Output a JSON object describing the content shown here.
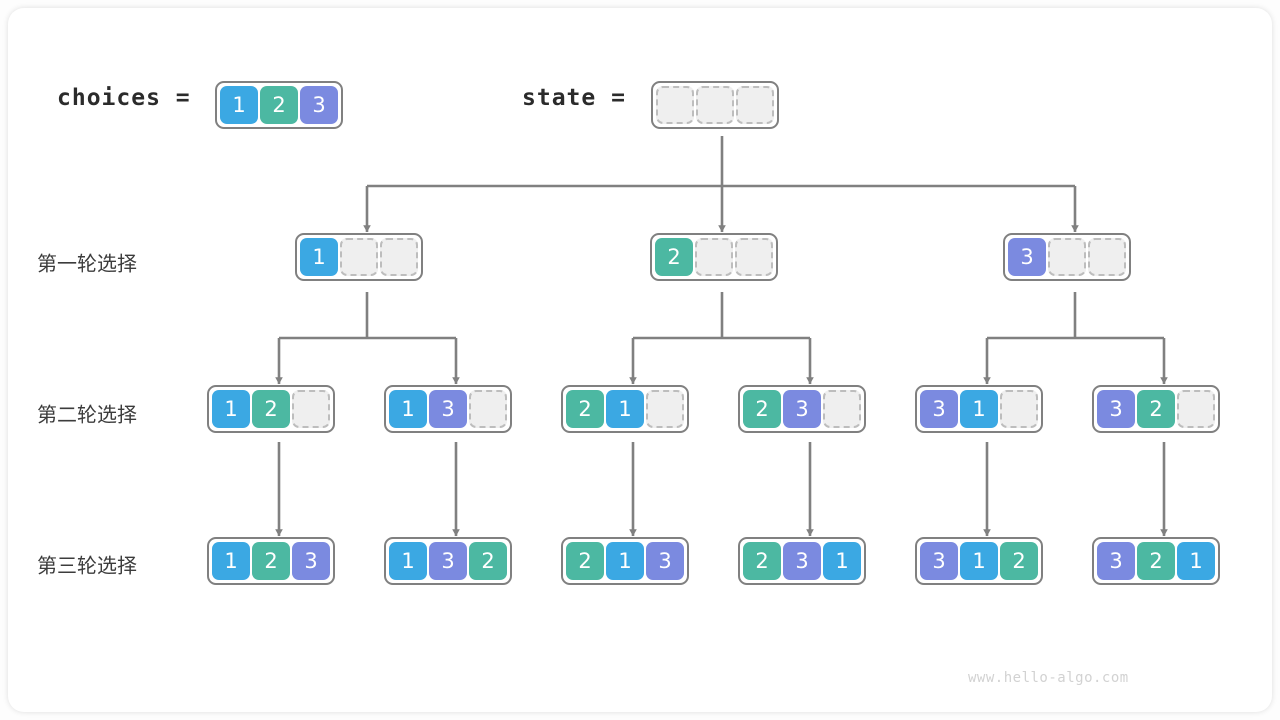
{
  "header": {
    "choices_label": "choices  =",
    "state_label": "state  =",
    "choices_values": [
      "1",
      "2",
      "3"
    ],
    "state_values": [
      "",
      "",
      ""
    ]
  },
  "rows": [
    {
      "label": "第一轮选择"
    },
    {
      "label": "第二轮选择"
    },
    {
      "label": "第三轮选择"
    }
  ],
  "level1": [
    {
      "cells": [
        "1",
        "",
        ""
      ]
    },
    {
      "cells": [
        "2",
        "",
        ""
      ]
    },
    {
      "cells": [
        "3",
        "",
        ""
      ]
    }
  ],
  "level2": [
    {
      "cells": [
        "1",
        "2",
        ""
      ]
    },
    {
      "cells": [
        "1",
        "3",
        ""
      ]
    },
    {
      "cells": [
        "2",
        "1",
        ""
      ]
    },
    {
      "cells": [
        "2",
        "3",
        ""
      ]
    },
    {
      "cells": [
        "3",
        "1",
        ""
      ]
    },
    {
      "cells": [
        "3",
        "2",
        ""
      ]
    }
  ],
  "level3": [
    {
      "cells": [
        "1",
        "2",
        "3"
      ]
    },
    {
      "cells": [
        "1",
        "3",
        "2"
      ]
    },
    {
      "cells": [
        "2",
        "1",
        "3"
      ]
    },
    {
      "cells": [
        "2",
        "3",
        "1"
      ]
    },
    {
      "cells": [
        "3",
        "1",
        "2"
      ]
    },
    {
      "cells": [
        "3",
        "2",
        "1"
      ]
    }
  ],
  "colors": {
    "value_1": "#3ba8e3",
    "value_2": "#4cb8a2",
    "value_3": "#7b8ae0",
    "empty_fill": "#efefef",
    "empty_border": "#bdbdbd",
    "node_border": "#808080",
    "wire": "#808080",
    "text": "#3c3c3c"
  },
  "footer": {
    "watermark": "www.hello-algo.com"
  }
}
